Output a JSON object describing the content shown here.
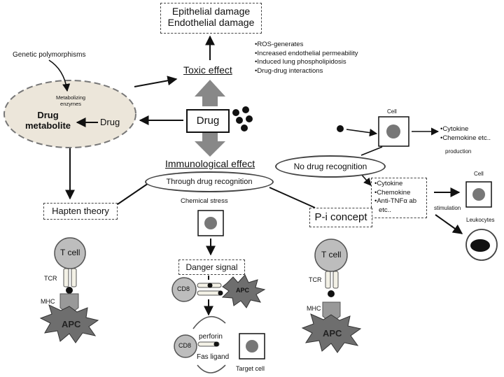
{
  "boxes": {
    "epithelial": "Epithelial damage",
    "endothelial": "Endothelial damage"
  },
  "toxic": {
    "label": "Toxic effect",
    "bullets": [
      "•ROS-generates",
      "•Increased endothelial permeability",
      "•Induced lung phospholipidosis",
      "•Drug-drug interactions"
    ]
  },
  "genetic": "Genetic polymorphisms",
  "metabolism": {
    "enzymes_line1": "Metabolizing",
    "enzymes_line2": "enzymes",
    "metabolite_line1": "Drug",
    "metabolite_line2": "metabolite",
    "drug": "Drug"
  },
  "drug": "Drug",
  "immunological": "Immunological effect",
  "through": "Through drug recognition",
  "no_recognition": "No drug recognition",
  "top_right": {
    "cell": "Cell",
    "cytokine": "•Cytokine",
    "chemokine": "•Chemokine etc..",
    "production": "production"
  },
  "mediators": [
    "•Cytokine",
    "•Chemokine",
    "•Anti-TNFα ab",
    "etc.."
  ],
  "stimulation": "stimulation",
  "cell_right": "Cell",
  "leukocytes": "Leukocytes",
  "hapten": "Hapten theory",
  "pi": "P-i concept",
  "chemical_stress": "Chemical stress",
  "danger_signal": "Danger signal",
  "left_complex": {
    "tcell": "T cell",
    "tcr": "TCR",
    "mhc": "MHC",
    "apc": "APC"
  },
  "right_complex": {
    "tcell": "T cell",
    "tcr": "TCR",
    "mhc": "MHC",
    "apc": "APC"
  },
  "center": {
    "cd8_top": "CD8",
    "apc": "APC",
    "cd8_bottom": "CD8",
    "perforin": "perforin",
    "fas": "Fas ligand",
    "target": "Target cell"
  }
}
